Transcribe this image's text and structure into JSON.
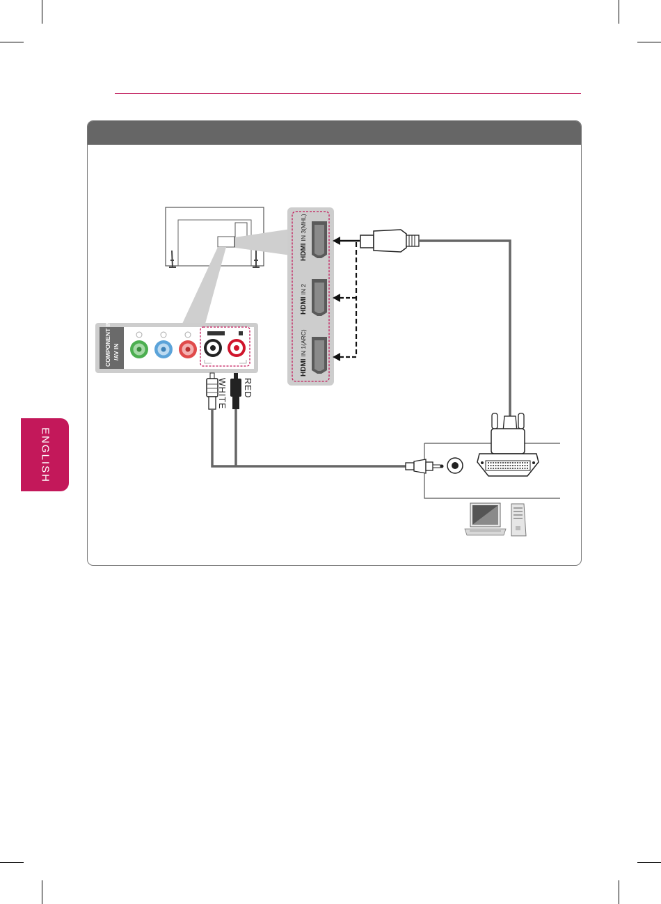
{
  "side_tab": {
    "label": "ENGLISH"
  },
  "hdmi_ports": [
    {
      "brand": "HDMI",
      "label": "IN 3(MHL)"
    },
    {
      "brand": "HDMI",
      "label": "IN 2"
    },
    {
      "brand": "HDMI",
      "label": "IN 1(ARC)"
    }
  ],
  "av_panel": {
    "label_line1": "COMPONENT IN",
    "label_line2": "/AV IN"
  },
  "audio_cables": {
    "white_label": "WHITE",
    "red_label": "RED"
  },
  "colors": {
    "accent": "#c3185a",
    "panel_header": "#666666",
    "jack_green": "#4caf50",
    "jack_blue": "#5ba3d9",
    "jack_red": "#e04b4b",
    "audio_red": "#d0142c"
  },
  "icons": [
    "tv-rear-icon",
    "hdmi-port-icon",
    "hdmi-plug-icon",
    "rca-plug-icon",
    "dvi-plug-icon",
    "audio-minijack-icon",
    "laptop-icon",
    "desktop-tower-icon"
  ]
}
